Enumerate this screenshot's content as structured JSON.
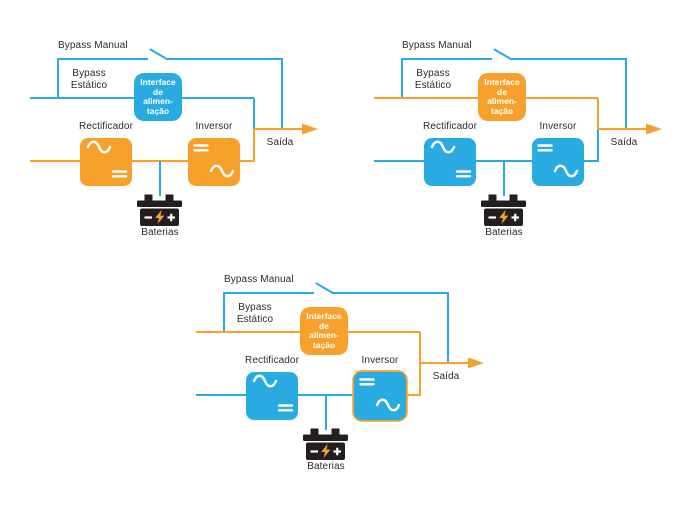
{
  "colors": {
    "blue": "#29ABE2",
    "orange": "#F7A02B",
    "dark": "#231F20",
    "text": "#2B2B2B",
    "white": "#FFFFFF"
  },
  "diagrams": [
    {
      "active_path_color_note": "rectifier and inverter path highlighted orange",
      "labels": {
        "bypass_manual": "Bypass Manual",
        "bypass_estatico": "Bypass\nEstático",
        "interface": "Interface\nde\nalimen-\ntação",
        "rectificador": "Rectificador",
        "inversor": "Inversor",
        "saida": "Saída",
        "baterias": "Baterias"
      },
      "colors": {
        "manual_bypass_line": "#29ABE2",
        "static_bypass_line": "#29ABE2",
        "input_line": "#F7A02B",
        "inverter_output_line": "#F7A02B",
        "output_arrow": "#F7A02B",
        "battery_line": "#29ABE2",
        "rectificador_box": "#F7A02B",
        "inversor_box": "#F7A02B",
        "inversor_box_border": "none",
        "interface_box": "#29ABE2"
      }
    },
    {
      "active_path_color_note": "static bypass path highlighted orange",
      "labels": {
        "bypass_manual": "Bypass Manual",
        "bypass_estatico": "Bypass\nEstático",
        "interface": "Interface\nde\nalimen-\ntação",
        "rectificador": "Rectificador",
        "inversor": "Inversor",
        "saida": "Saída",
        "baterias": "Baterias"
      },
      "colors": {
        "manual_bypass_line": "#29ABE2",
        "static_bypass_line": "#F7A02B",
        "input_line": "#29ABE2",
        "inverter_output_line": "#29ABE2",
        "output_arrow": "#F7A02B",
        "battery_line": "#29ABE2",
        "rectificador_box": "#29ABE2",
        "inversor_box": "#29ABE2",
        "inversor_box_border": "none",
        "interface_box": "#F7A02B"
      }
    },
    {
      "active_path_color_note": "static bypass orange and inverter outlined orange",
      "labels": {
        "bypass_manual": "Bypass Manual",
        "bypass_estatico": "Bypass\nEstático",
        "interface": "Interface\nde\nalimen-\ntação",
        "rectificador": "Rectificador",
        "inversor": "Inversor",
        "saida": "Saída",
        "baterias": "Baterias"
      },
      "colors": {
        "manual_bypass_line": "#29ABE2",
        "static_bypass_line": "#F7A02B",
        "input_line": "#29ABE2",
        "inverter_output_line": "#F7A02B",
        "output_arrow": "#F7A02B",
        "battery_line": "#29ABE2",
        "rectificador_box": "#29ABE2",
        "inversor_box": "#29ABE2",
        "inversor_box_border": "#F7A02B",
        "interface_box": "#F7A02B"
      }
    }
  ]
}
